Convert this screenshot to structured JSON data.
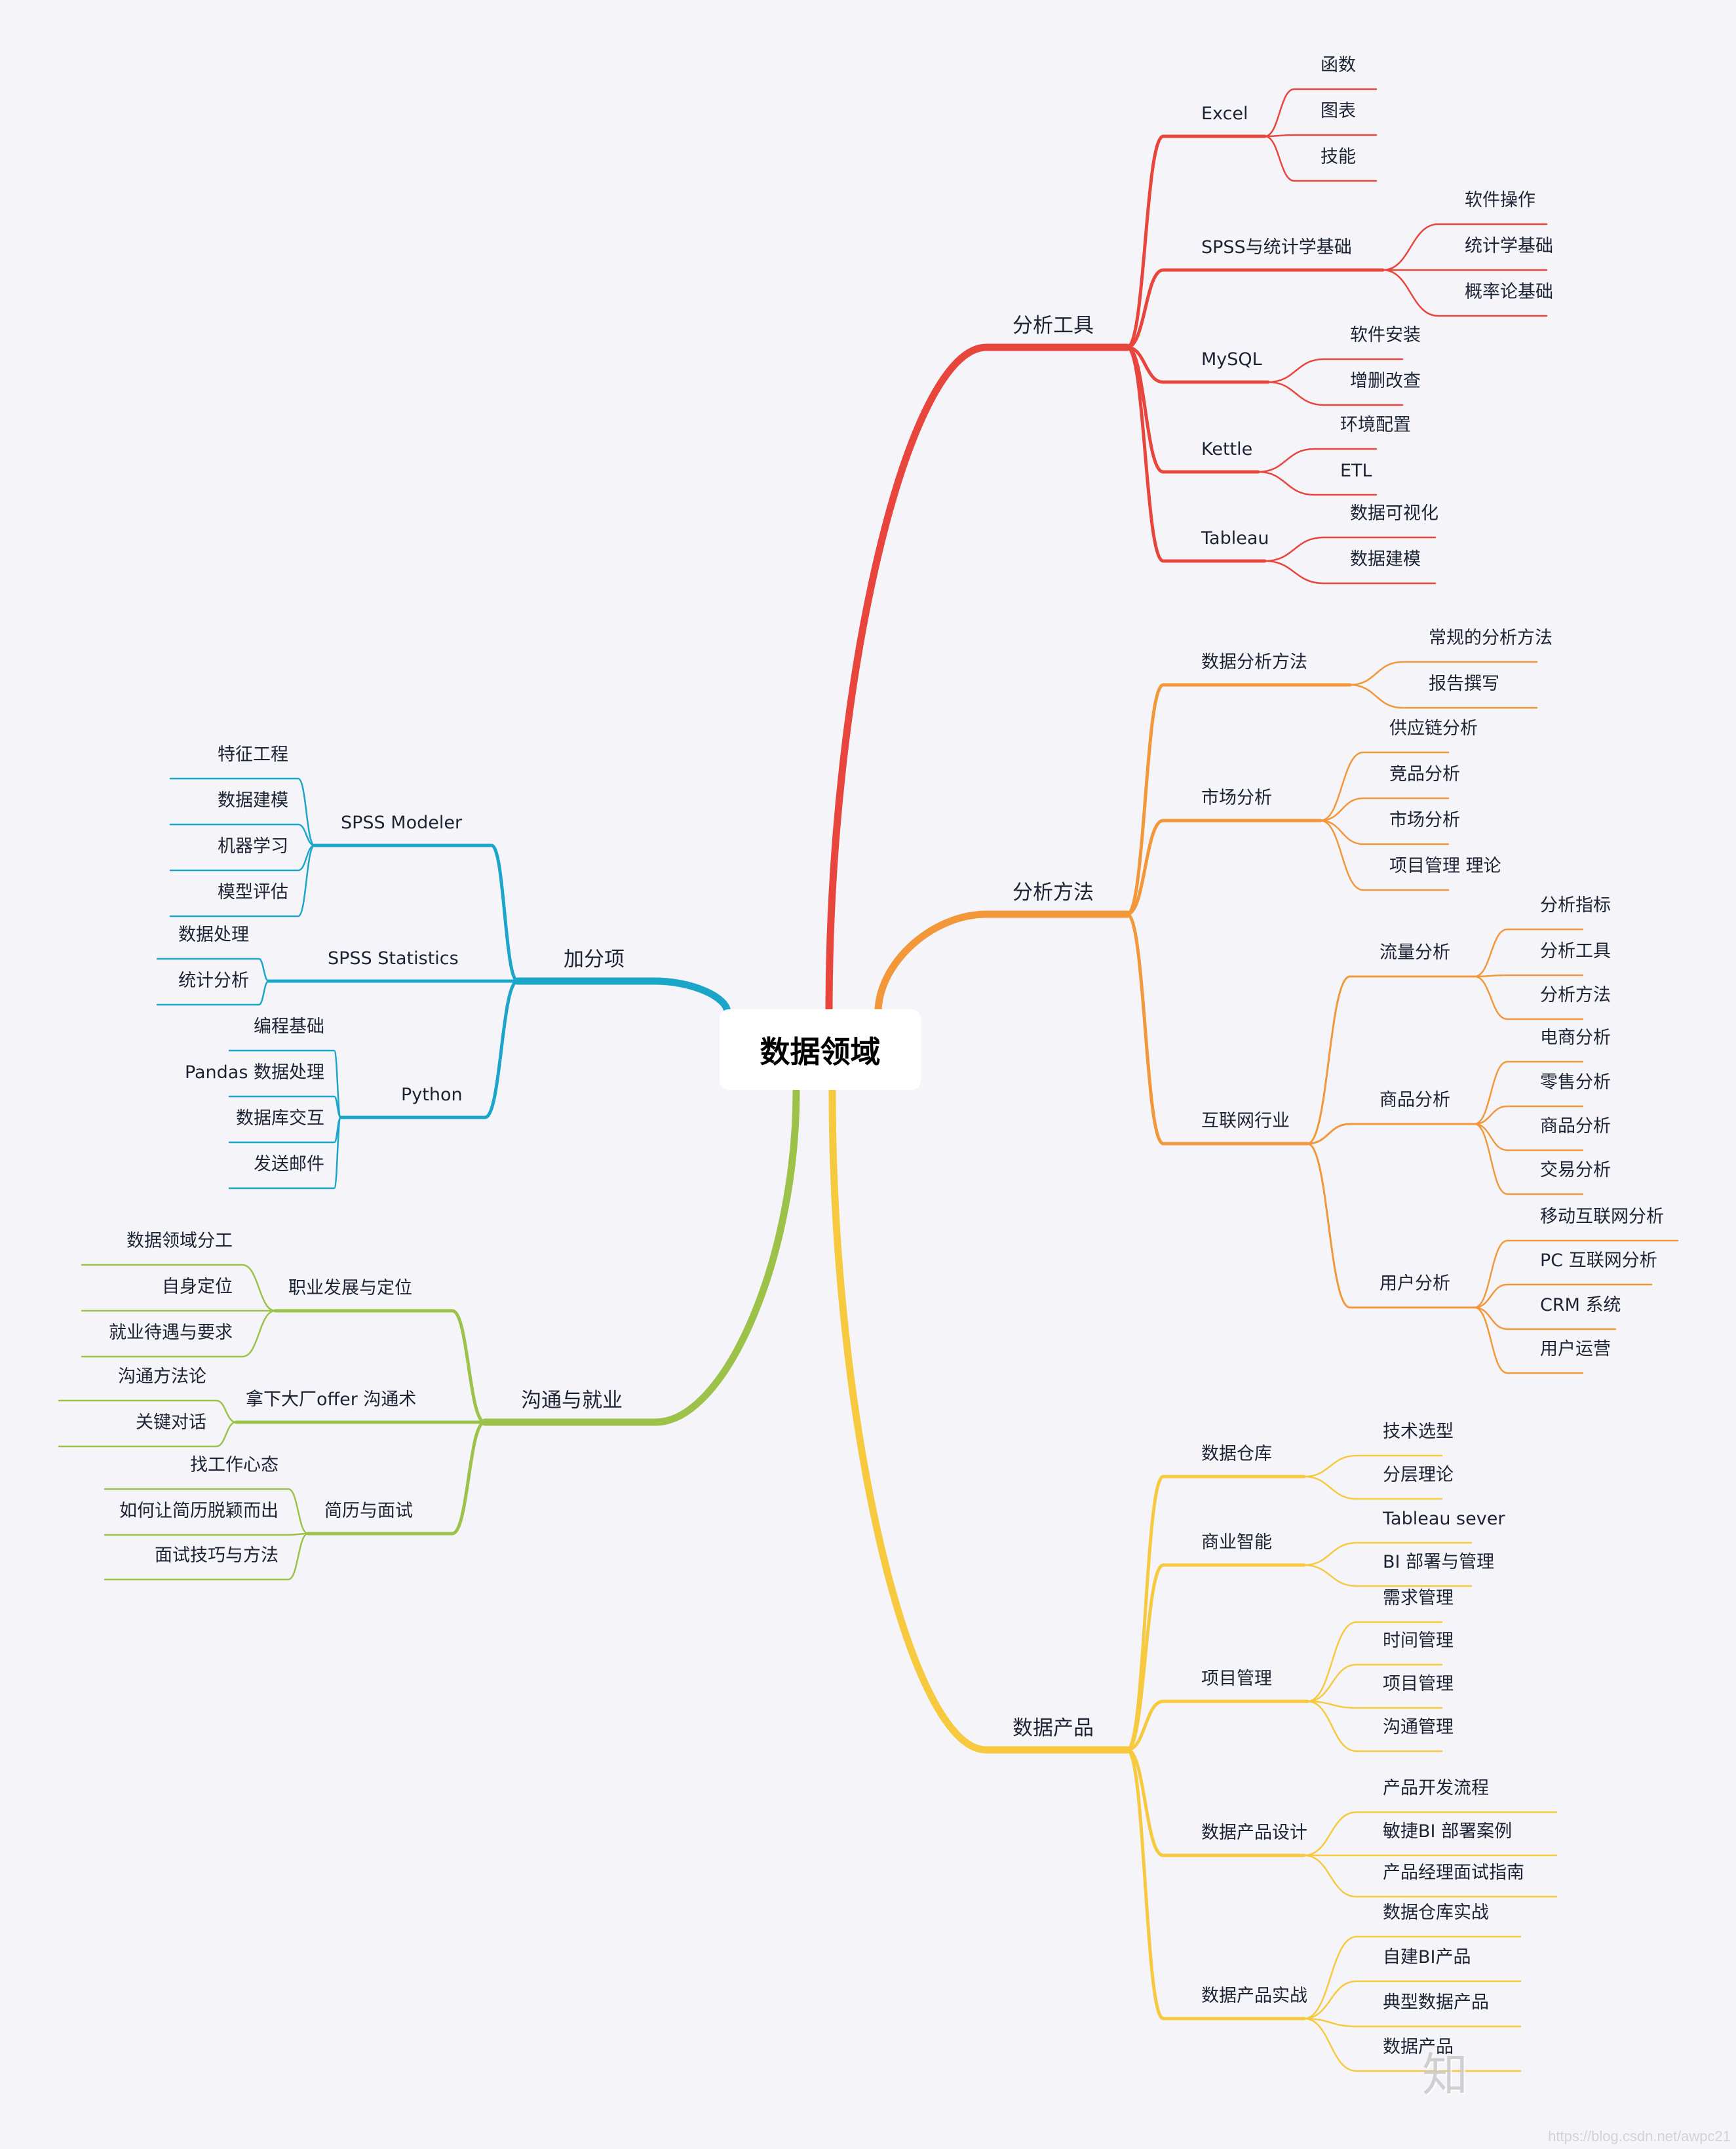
{
  "root": {
    "label": "数据领域"
  },
  "colors": {
    "red": "#e8453c",
    "orange": "#f2973a",
    "yellow": "#f7c93f",
    "blue": "#1ba6c9",
    "green": "#9cc24a",
    "background": "#f5f5f9",
    "text": "#1c2333"
  },
  "branches": [
    {
      "label": "分析工具",
      "color": "red",
      "side": "right",
      "children": [
        {
          "label": "Excel",
          "children": [
            "函数",
            "图表",
            "技能"
          ]
        },
        {
          "label": "SPSS与统计学基础",
          "children": [
            "软件操作",
            "统计学基础",
            "概率论基础"
          ]
        },
        {
          "label": "MySQL",
          "children": [
            "软件安装",
            "增删改查"
          ]
        },
        {
          "label": "Kettle",
          "children": [
            "环境配置",
            "ETL"
          ]
        },
        {
          "label": "Tableau",
          "children": [
            "数据可视化",
            "数据建模"
          ]
        }
      ]
    },
    {
      "label": "分析方法",
      "color": "orange",
      "side": "right",
      "children": [
        {
          "label": "数据分析方法",
          "children": [
            "常规的分析方法",
            "报告撰写"
          ]
        },
        {
          "label": "市场分析",
          "children": [
            "供应链分析",
            "竞品分析",
            "市场分析",
            "项目管理 理论"
          ]
        },
        {
          "label": "互联网行业",
          "children": [
            {
              "label": "流量分析",
              "children": [
                "分析指标",
                "分析工具",
                "分析方法"
              ]
            },
            {
              "label": "商品分析",
              "children": [
                "电商分析",
                "零售分析",
                "商品分析",
                "交易分析"
              ]
            },
            {
              "label": "用户分析",
              "children": [
                "移动互联网分析",
                "PC 互联网分析",
                "CRM 系统",
                "用户运营"
              ]
            }
          ]
        }
      ]
    },
    {
      "label": "数据产品",
      "color": "yellow",
      "side": "right",
      "children": [
        {
          "label": "数据仓库",
          "children": [
            "技术选型",
            "分层理论"
          ]
        },
        {
          "label": "商业智能",
          "children": [
            "Tableau sever",
            "BI 部署与管理"
          ]
        },
        {
          "label": "项目管理",
          "children": [
            "需求管理",
            "时间管理",
            "项目管理",
            "沟通管理"
          ]
        },
        {
          "label": "数据产品设计",
          "children": [
            "产品开发流程",
            "敏捷BI 部署案例",
            "产品经理面试指南"
          ]
        },
        {
          "label": "数据产品实战",
          "children": [
            "数据仓库实战",
            "自建BI产品",
            "典型数据产品",
            "数据产品"
          ]
        }
      ]
    },
    {
      "label": "加分项",
      "color": "blue",
      "side": "left",
      "children": [
        {
          "label": "SPSS Modeler",
          "children": [
            "特征工程",
            "数据建模",
            "机器学习",
            "模型评估"
          ]
        },
        {
          "label": "SPSS Statistics",
          "children": [
            "数据处理",
            "统计分析"
          ]
        },
        {
          "label": "Python",
          "children": [
            "编程基础",
            "Pandas 数据处理",
            "数据库交互",
            "发送邮件"
          ]
        }
      ]
    },
    {
      "label": "沟通与就业",
      "color": "green",
      "side": "left",
      "children": [
        {
          "label": "职业发展与定位",
          "children": [
            "数据领域分工",
            "自身定位",
            "就业待遇与要求"
          ]
        },
        {
          "label": "拿下大厂offer 沟通术",
          "children": [
            "沟通方法论",
            "关键对话"
          ]
        },
        {
          "label": "简历与面试",
          "children": [
            "找工作心态",
            "如何让简历脱颖而出",
            "面试技巧与方法"
          ]
        }
      ]
    }
  ],
  "watermarks": {
    "overlay_glyph": "知",
    "url": "https://blog.csdn.net/awpc21"
  }
}
